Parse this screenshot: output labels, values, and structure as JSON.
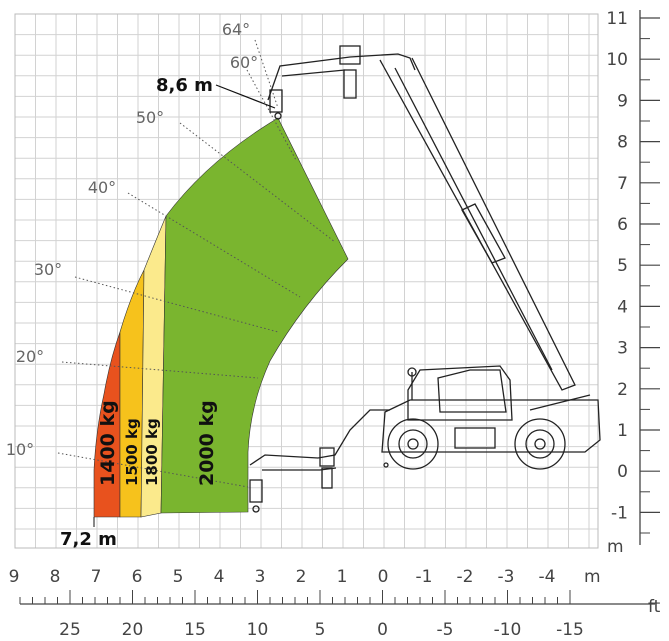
{
  "diagram": {
    "units": {
      "vertical": "m",
      "horizontal": "m",
      "feet": "ft"
    },
    "y_ticks_m": [
      "11",
      "10",
      "9",
      "8",
      "7",
      "6",
      "5",
      "4",
      "3",
      "2",
      "1",
      "0",
      "-1"
    ],
    "x_ticks_m": [
      "9",
      "8",
      "7",
      "6",
      "5",
      "4",
      "3",
      "2",
      "1",
      "0",
      "-1",
      "-2",
      "-3",
      "-4"
    ],
    "ft_ticks": [
      "25",
      "20",
      "15",
      "10",
      "5",
      "0",
      "-5",
      "-10",
      "-15"
    ],
    "angles": [
      "64°",
      "60°",
      "50°",
      "40°",
      "30°",
      "20°",
      "10°"
    ],
    "annotations": {
      "max_height": "8,6 m",
      "max_reach": "7,2 m"
    },
    "load_zones": [
      {
        "label": "1400 kg",
        "color": "#e8521e"
      },
      {
        "label": "1500 kg",
        "color": "#f6c21c"
      },
      {
        "label": "1800 kg",
        "color": "#fbea8c"
      },
      {
        "label": "2000 kg",
        "color": "#7ab52f"
      }
    ]
  }
}
